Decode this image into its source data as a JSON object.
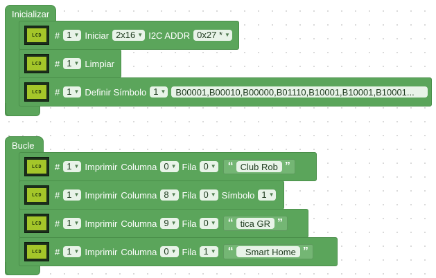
{
  "init_group": {
    "title": "Inicializar",
    "blocks": [
      {
        "lcd_label": "LCD",
        "hash": "#",
        "num": "1",
        "action": "Iniciar",
        "size": "2x16",
        "addr_label": "I2C ADDR",
        "addr": "0x27 *"
      },
      {
        "lcd_label": "LCD",
        "hash": "#",
        "num": "1",
        "action": "Limpiar"
      },
      {
        "lcd_label": "LCD",
        "hash": "#",
        "num": "1",
        "action": "Definir Símbolo",
        "symbol": "1",
        "pattern": "B00001,B00010,B00000,B01110,B10001,B10001,B10001..."
      }
    ]
  },
  "loop_group": {
    "title": "Bucle",
    "blocks": [
      {
        "lcd_label": "LCD",
        "hash": "#",
        "num": "1",
        "action": "Imprimir",
        "col_label": "Columna",
        "col": "0",
        "row_label": "Fila",
        "row": "0",
        "text": "Club Rob"
      },
      {
        "lcd_label": "LCD",
        "hash": "#",
        "num": "1",
        "action": "Imprimir",
        "col_label": "Columna",
        "col": "8",
        "row_label": "Fila",
        "row": "0",
        "symbol_label": "Símbolo",
        "symbol": "1"
      },
      {
        "lcd_label": "LCD",
        "hash": "#",
        "num": "1",
        "action": "Imprimir",
        "col_label": "Columna",
        "col": "9",
        "row_label": "Fila",
        "row": "0",
        "text": "tica GR"
      },
      {
        "lcd_label": "LCD",
        "hash": "#",
        "num": "1",
        "action": "Imprimir",
        "col_label": "Columna",
        "col": "0",
        "row_label": "Fila",
        "row": "1",
        "text": "  Smart Home"
      }
    ]
  },
  "symbols": {
    "open_quote": "“",
    "close_quote": "”",
    "dropdown_arrow": "▼"
  },
  "colors": {
    "block": "#5ba55b",
    "field": "#e8f3e8",
    "lcd_screen": "#a4c629",
    "lcd_frame": "#1b2e1b"
  }
}
